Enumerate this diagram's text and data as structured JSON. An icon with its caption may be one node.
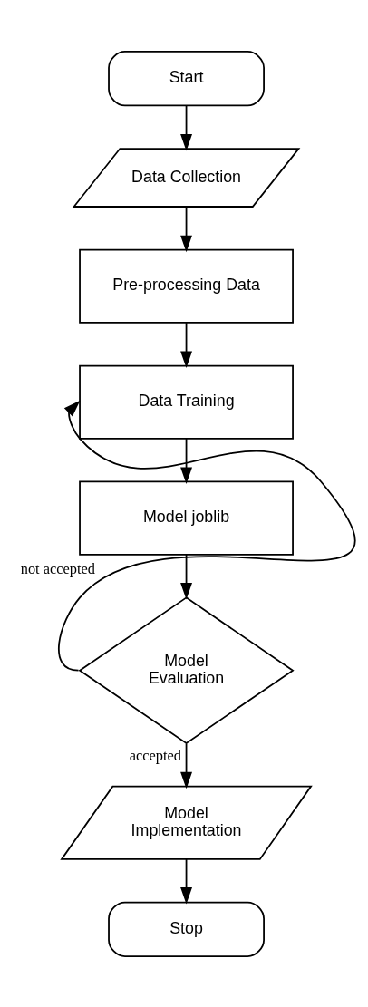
{
  "diagram": {
    "nodes": [
      {
        "text": [
          "Start"
        ]
      },
      {
        "text": [
          "Data Collection"
        ]
      },
      {
        "text": [
          "Pre-processing Data"
        ]
      },
      {
        "text": [
          "Data Training"
        ]
      },
      {
        "text": [
          "Model joblib"
        ]
      },
      {
        "text": [
          "Model Evaluation"
        ]
      },
      {
        "text": [
          "Model Implementation"
        ]
      },
      {
        "text": [
          "Stop"
        ]
      }
    ],
    "edges": [
      {
        "from": 0,
        "to": 1,
        "arrow": "to"
      },
      {
        "from": 1,
        "to": 2,
        "arrow": "to"
      },
      {
        "from": 2,
        "to": 3,
        "arrow": "to"
      },
      {
        "from": 3,
        "to": 4,
        "arrow": "to"
      },
      {
        "from": 4,
        "to": 5,
        "arrow": "to"
      },
      {
        "from": 5,
        "to": 3,
        "arrow": "to",
        "label": "not accepted"
      },
      {
        "from": 5,
        "to": 6,
        "arrow": "to",
        "label": "accepted"
      },
      {
        "from": 6,
        "to": 7,
        "arrow": "to"
      }
    ]
  }
}
